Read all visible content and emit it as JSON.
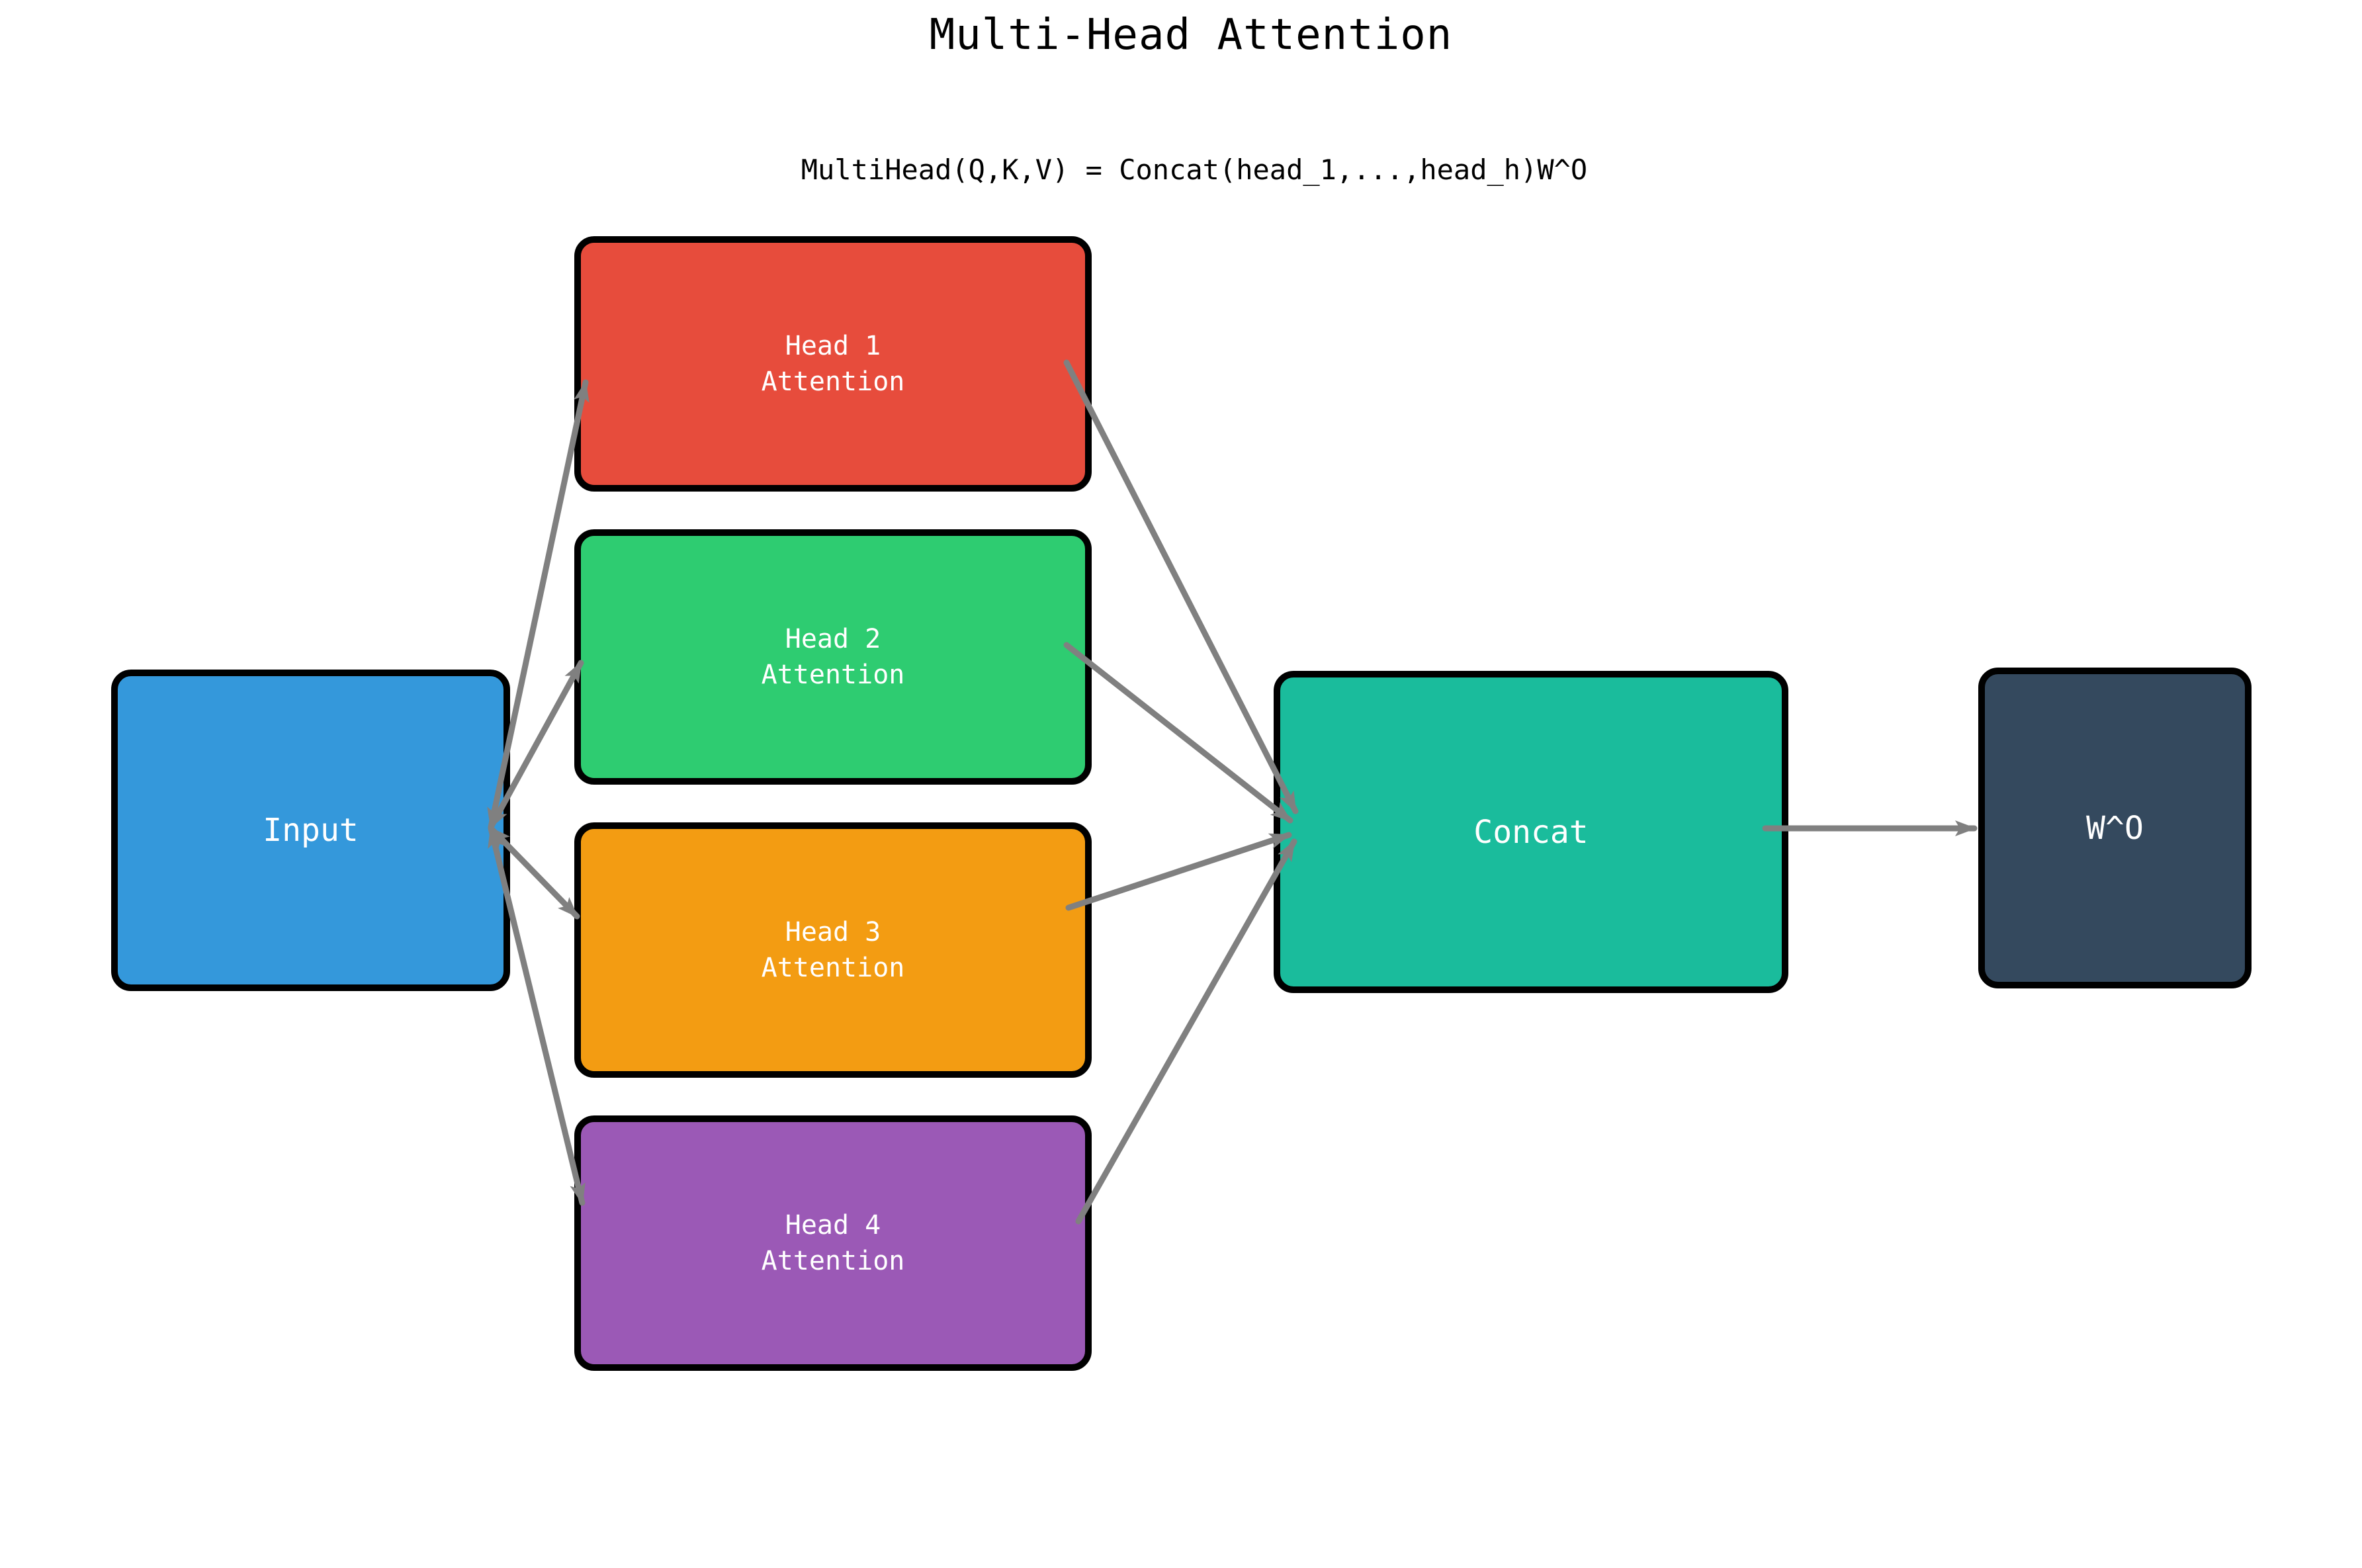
{
  "title": "Multi-Head Attention",
  "formula": "MultiHead(Q,K,V) = Concat(head_1,...,head_h)W^O",
  "colors": {
    "background": "#ffffff",
    "arrow": "#808080",
    "node_border": "#000000",
    "node_text": "#ffffff",
    "title_text": "#000000"
  },
  "nodes": {
    "input": {
      "label": "Input",
      "color": "#3498db"
    },
    "head1": {
      "label": "Head 1\nAttention",
      "color": "#e74c3c"
    },
    "head2": {
      "label": "Head 2\nAttention",
      "color": "#2ecc71"
    },
    "head3": {
      "label": "Head 3\nAttention",
      "color": "#f39c12"
    },
    "head4": {
      "label": "Head 4\nAttention",
      "color": "#9b59b6"
    },
    "concat": {
      "label": "Concat",
      "color": "#1abc9c"
    },
    "wo": {
      "label": "W^O",
      "color": "#34495e"
    }
  },
  "edges": [
    {
      "from": "input",
      "to": "head1",
      "double_headed": true
    },
    {
      "from": "input",
      "to": "head2",
      "double_headed": true
    },
    {
      "from": "input",
      "to": "head3",
      "double_headed": true
    },
    {
      "from": "input",
      "to": "head4",
      "double_headed": true
    },
    {
      "from": "head1",
      "to": "concat",
      "double_headed": false
    },
    {
      "from": "head2",
      "to": "concat",
      "double_headed": false
    },
    {
      "from": "head3",
      "to": "concat",
      "double_headed": false
    },
    {
      "from": "head4",
      "to": "concat",
      "double_headed": false
    },
    {
      "from": "concat",
      "to": "wo",
      "double_headed": false
    }
  ]
}
